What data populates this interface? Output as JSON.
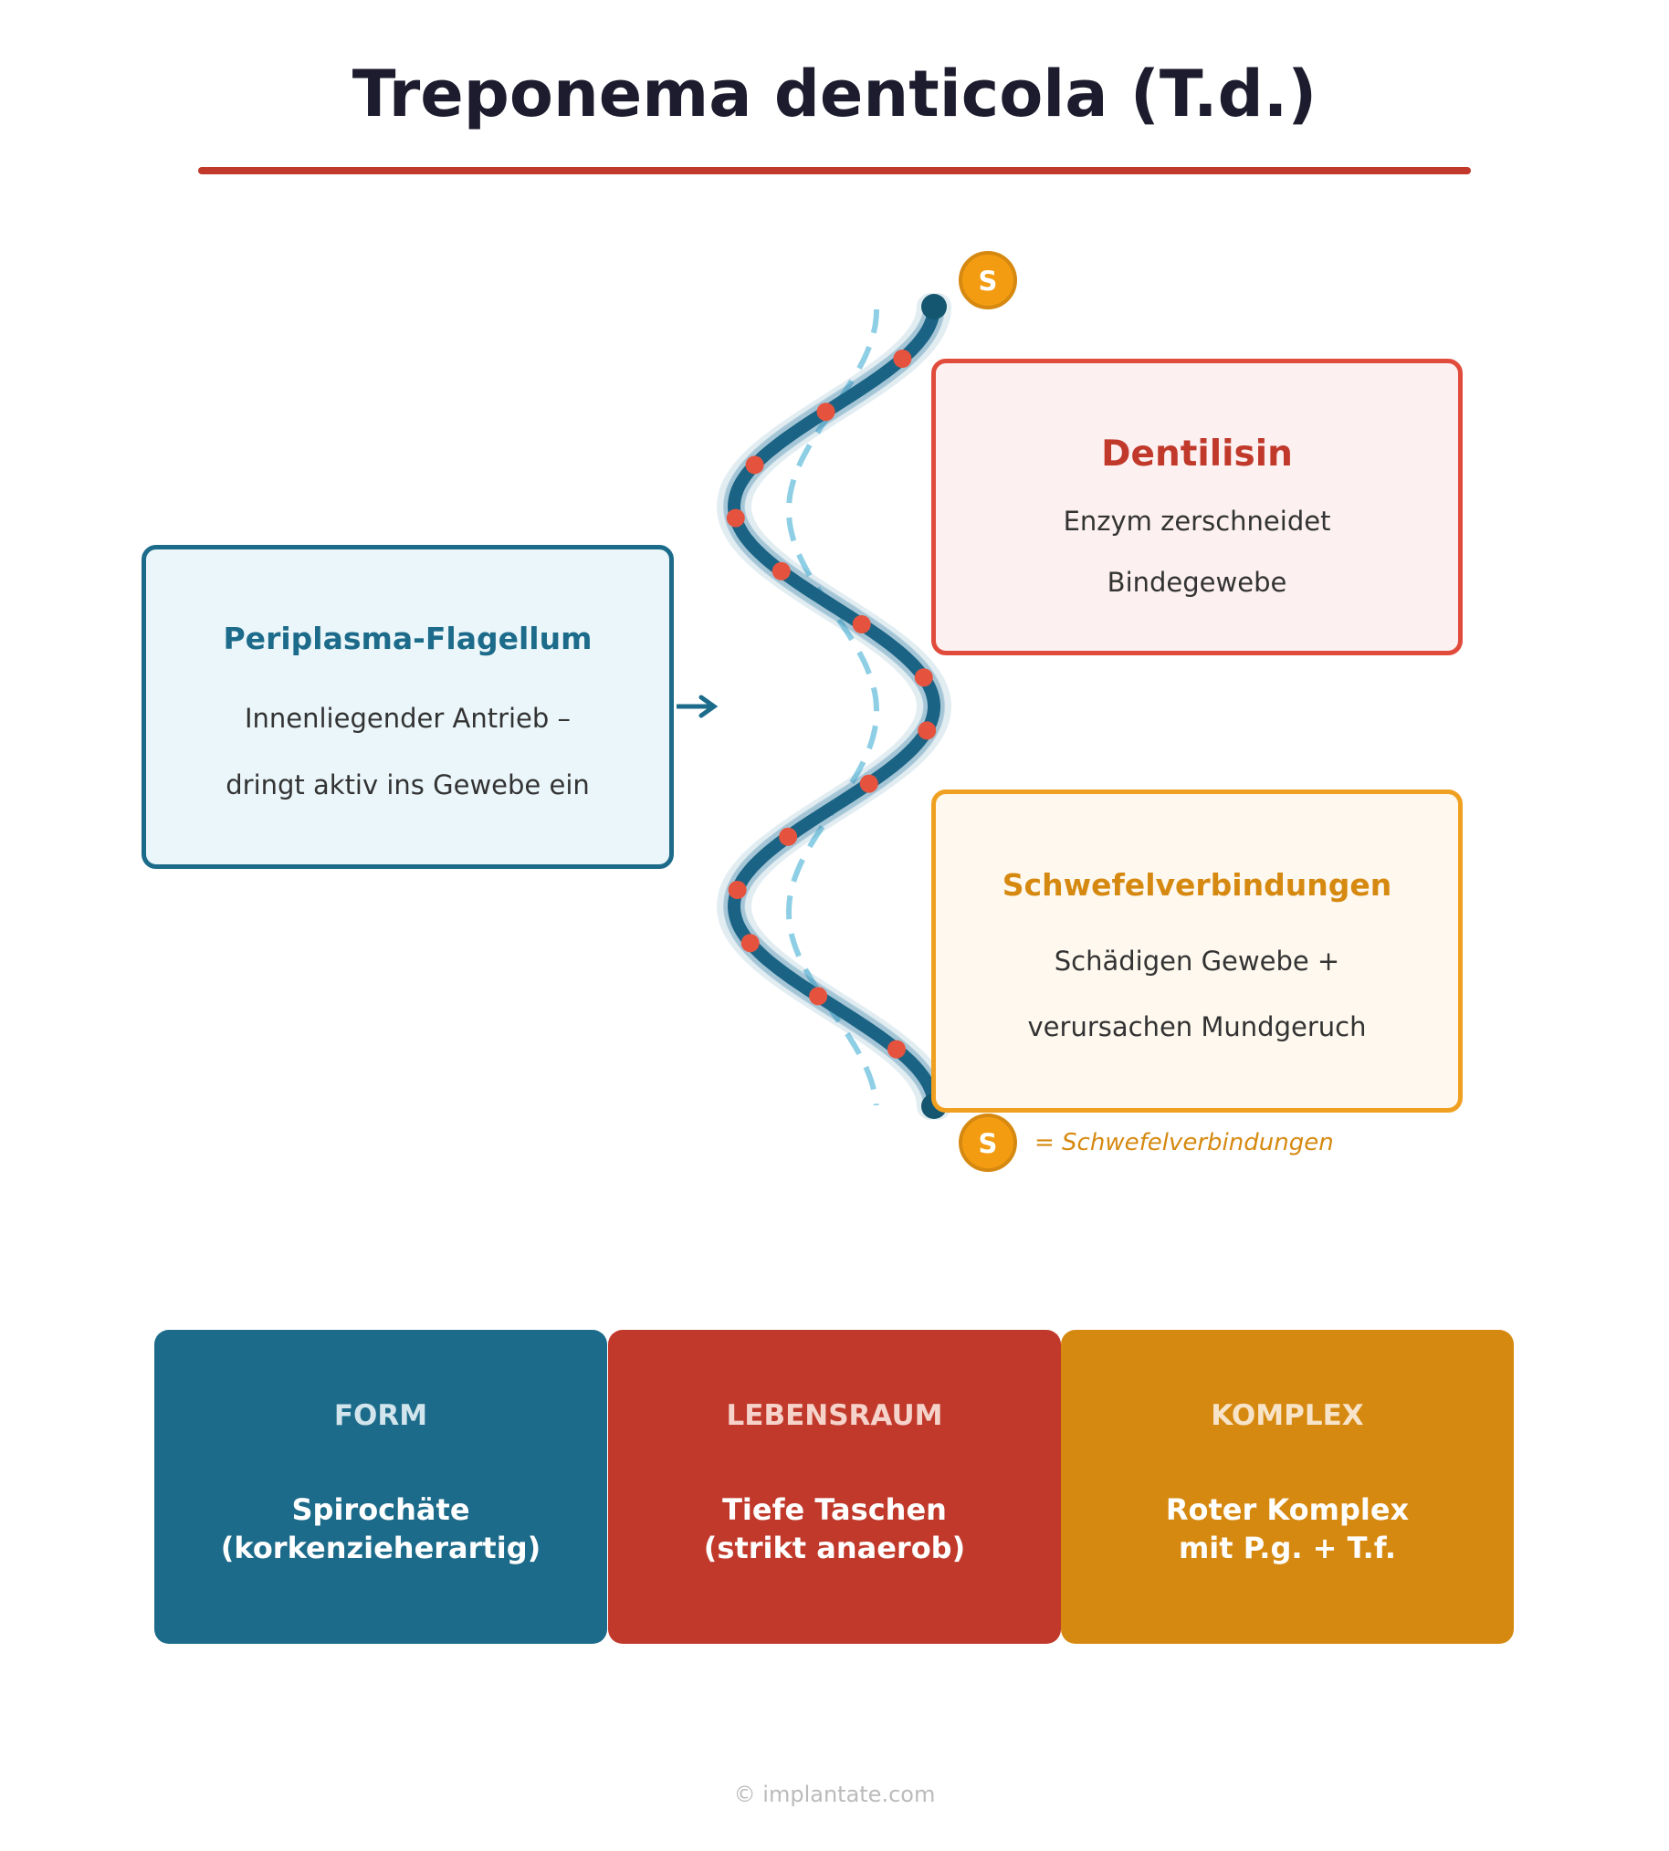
{
  "title": "Treponema denticola (T.d.)",
  "flagellum": {
    "heading": "Periplasma-Flagellum",
    "line1": "Innenliegender Antrieb –",
    "line2": "dringt aktiv ins Gewebe ein"
  },
  "dentilisin": {
    "heading": "Dentilisin",
    "line1": "Enzym zerschneidet",
    "line2": "Bindegewebe"
  },
  "sulfur": {
    "heading": "Schwefelverbindungen",
    "line1": "Schädigen Gewebe +",
    "line2": "verursachen Mundgeruch"
  },
  "sulfur_marker": "S",
  "legend": "= Schwefelverbindungen",
  "cards": [
    {
      "heading": "FORM",
      "value1": "Spirochäte",
      "value2": "(korkenzieherartig)",
      "color": "#1c6b8a"
    },
    {
      "heading": "LEBENSRAUM",
      "value1": "Tiefe Taschen",
      "value2": "(strikt anaerob)",
      "color": "#c0392b"
    },
    {
      "heading": "KOMPLEX",
      "value1": "Roter Komplex",
      "value2": "mit P.g. + T.f.",
      "color": "#d68910"
    }
  ],
  "footer": "© implantate.com"
}
